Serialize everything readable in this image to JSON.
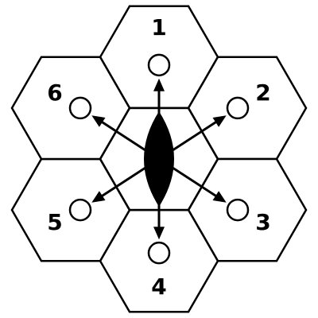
{
  "diagram": {
    "center": {
      "shape": "vertical-eye",
      "fill_color": "#000000"
    },
    "stroke_color": "#000000",
    "background_color": "#ffffff",
    "hexes": [
      {
        "number": "1",
        "direction": "up"
      },
      {
        "number": "2",
        "direction": "up-right"
      },
      {
        "number": "3",
        "direction": "down-right"
      },
      {
        "number": "4",
        "direction": "down"
      },
      {
        "number": "5",
        "direction": "down-left"
      },
      {
        "number": "6",
        "direction": "up-left"
      }
    ]
  }
}
